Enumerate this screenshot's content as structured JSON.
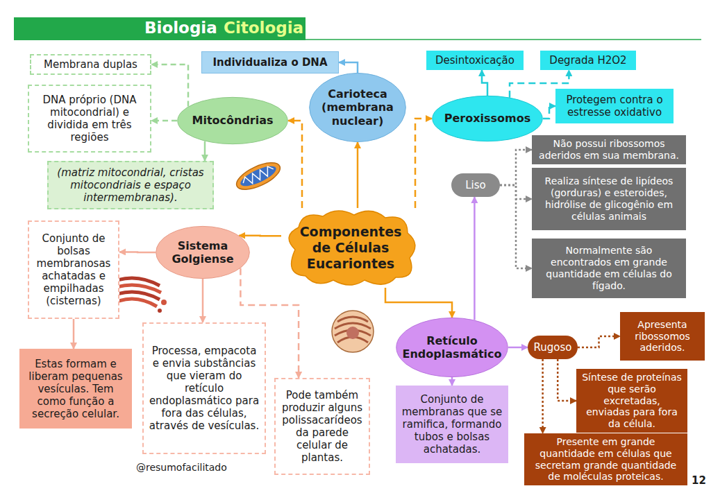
{
  "diagram": {
    "title": "Biologia",
    "nodes": [
      {
        "text": [
          "Membrana duplas"
        ]
      },
      {
        "text": [
          "DNA próprio (DNA mitocondrial) e dividida em três regiões"
        ]
      },
      {
        "text": [
          "Individualiza o DNA"
        ]
      },
      {
        "text": [
          "Desintoxicação"
        ]
      },
      {
        "text": [
          "Degrada H2O2"
        ]
      },
      {
        "text": [
          "Mitocôndrias"
        ]
      },
      {
        "text": [
          "Carioteca (membrana nuclear)"
        ]
      },
      {
        "text": [
          "Peroxissomos"
        ]
      },
      {
        "text": [
          "Protegem contra o estresse oxidativo"
        ]
      },
      {
        "text": [
          "Não possui ribossomos aderidos em sua membrana."
        ]
      },
      {
        "text": [
          "(matriz mitocondrial, cristas mitocondriais e espaço intermembranas)."
        ]
      },
      {
        "text": [
          "Liso"
        ]
      },
      {
        "text": [
          "Realiza síntese de lipídeos (gorduras) e esteroides, hidrólise de glicogênio em células animais"
        ]
      },
      {
        "text": [
          "Componentes de Células Eucariontes"
        ]
      },
      {
        "text": [
          "Conjunto de bolsas membranosas achatadas e empilhadas (cisternas)"
        ]
      },
      {
        "text": [
          "Sistema Golgiense"
        ]
      },
      {
        "text": [
          "Normalmente são encontrados em grande quantidade em células do fígado."
        ]
      },
      {
        "text": [
          "Processa, empacota e envia substâncias que vieram do retículo endoplasmático para fora das células, através de vesículas."
        ]
      },
      {
        "text": [
          "Pode também produzir alguns polissacarídeos da parede celular de plantas."
        ]
      },
      {
        "text": [
          "Estas formam e liberam pequenas vesículas. Tem como função a secreção celular."
        ]
      },
      {
        "text": [
          "Retículo Endoplasmático"
        ]
      },
      {
        "text": [
          "Rugoso"
        ]
      },
      {
        "text": [
          "Apresenta ribossomos aderidos."
        ]
      },
      {
        "text": [
          "Síntese de proteínas que serão excretadas, enviadas para fora da célula."
        ]
      },
      {
        "text": [
          "Conjunto de membranas que se ramifica, formando tubos e bolsas achatadas."
        ]
      },
      {
        "text": [
          "Presente em grande quantidade em células que secretam grande quantidade de moléculas proteicas."
        ]
      }
    ],
    "edges": [
      {
        "from": 13,
        "to": 6,
        "arrow": "to"
      },
      {
        "from": 13,
        "to": 5,
        "arrow": "to"
      },
      {
        "from": 13,
        "to": 7,
        "arrow": "to"
      },
      {
        "from": 13,
        "to": 15,
        "arrow": "to"
      },
      {
        "from": 13,
        "to": 20,
        "arrow": "to"
      },
      {
        "from": 6,
        "to": 2,
        "arrow": "to"
      },
      {
        "from": 5,
        "to": 0,
        "arrow": "to"
      },
      {
        "from": 5,
        "to": 1,
        "arrow": "to"
      },
      {
        "from": 5,
        "to": 10,
        "arrow": "to"
      },
      {
        "from": 7,
        "to": 3,
        "arrow": "to"
      },
      {
        "from": 7,
        "to": 4,
        "arrow": "to"
      },
      {
        "from": 7,
        "to": 8,
        "arrow": "to"
      },
      {
        "from": 20,
        "to": 11,
        "arrow": "to"
      },
      {
        "from": 20,
        "to": 21,
        "arrow": "to"
      },
      {
        "from": 20,
        "to": 24,
        "arrow": "to"
      },
      {
        "from": 11,
        "to": 9,
        "arrow": "to"
      },
      {
        "from": 11,
        "to": 12,
        "arrow": "to"
      },
      {
        "from": 11,
        "to": 16,
        "arrow": "to"
      },
      {
        "from": 21,
        "to": 22,
        "arrow": "to"
      },
      {
        "from": 21,
        "to": 23,
        "arrow": "to"
      },
      {
        "from": 21,
        "to": 25,
        "arrow": "to"
      },
      {
        "from": 15,
        "to": 14,
        "arrow": "to"
      },
      {
        "from": 15,
        "to": 17,
        "arrow": "to"
      },
      {
        "from": 15,
        "to": 18,
        "arrow": "to"
      },
      {
        "from": 14,
        "to": 19,
        "arrow": "to"
      }
    ],
    "labels": [
      "Citologia",
      "@resumofacilitado",
      "12"
    ]
  }
}
